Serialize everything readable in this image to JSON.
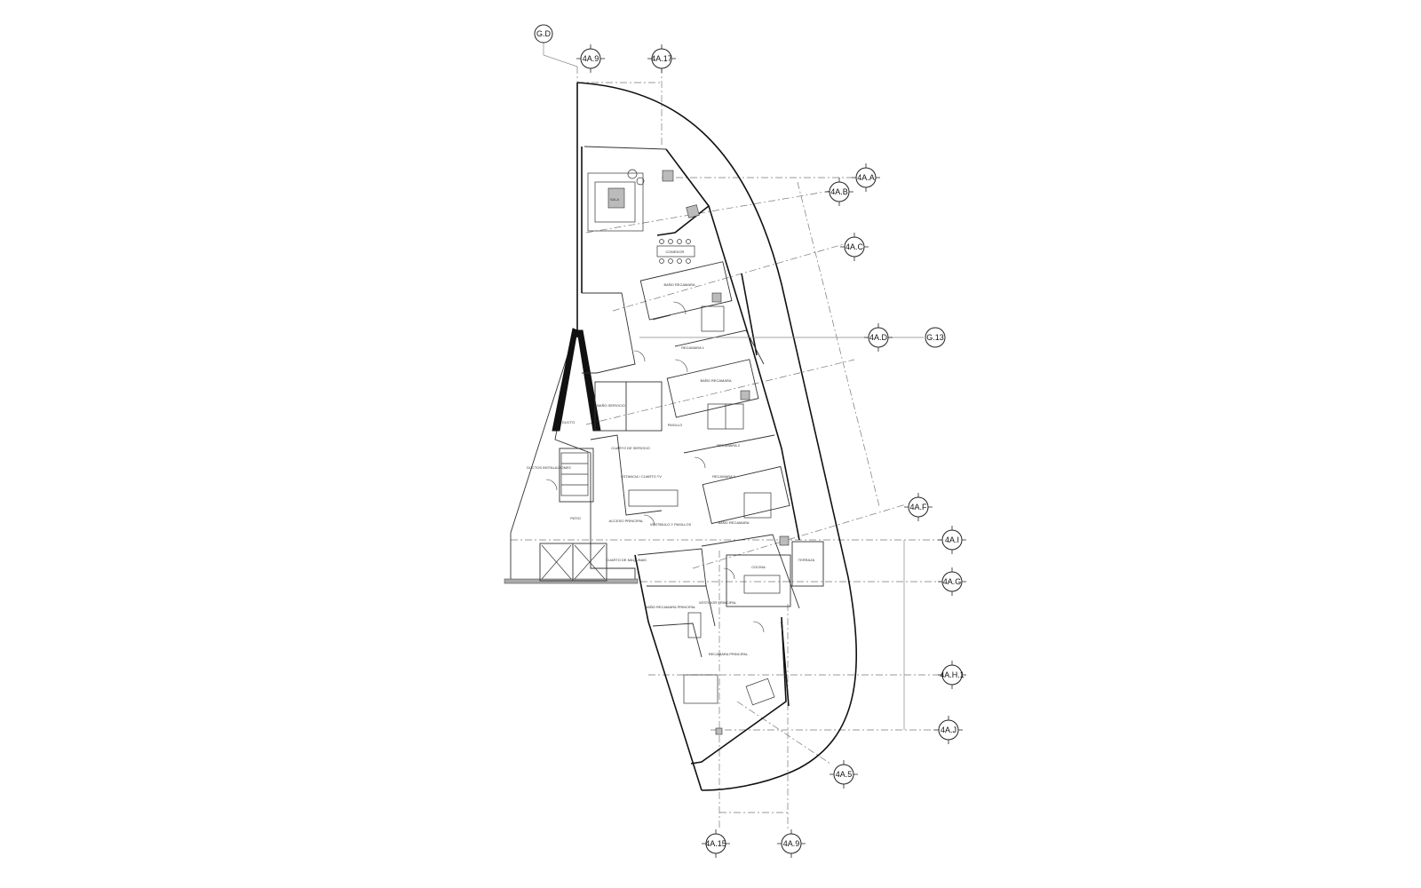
{
  "grid_bubbles": [
    {
      "id": "gd",
      "label": "G.D"
    },
    {
      "id": "g13",
      "label": "G.13"
    },
    {
      "id": "4a9-top",
      "label": "4A.9"
    },
    {
      "id": "4a17",
      "label": "4A.17"
    },
    {
      "id": "4aa",
      "label": "4A.A"
    },
    {
      "id": "4ab",
      "label": "4A.B"
    },
    {
      "id": "4ac",
      "label": "4A.C"
    },
    {
      "id": "4ad",
      "label": "4A.D"
    },
    {
      "id": "4af",
      "label": "4A.F"
    },
    {
      "id": "4ai",
      "label": "4A.I"
    },
    {
      "id": "4ag",
      "label": "4A.G"
    },
    {
      "id": "4ah1",
      "label": "4A.H.1"
    },
    {
      "id": "4aj",
      "label": "4A.J"
    },
    {
      "id": "4a5",
      "label": "4A.5"
    },
    {
      "id": "4a15",
      "label": "4A.15"
    },
    {
      "id": "4a9-bottom",
      "label": "4A.9"
    }
  ],
  "rooms": [
    {
      "id": "sala",
      "label": "SALA"
    },
    {
      "id": "comedor",
      "label": "COMEDOR"
    },
    {
      "id": "bano-rec1",
      "label": "BAÑO RECAMARA"
    },
    {
      "id": "recamara1",
      "label": "RECAMARA 1"
    },
    {
      "id": "bano-rec2",
      "label": "BAÑO RECAMARA"
    },
    {
      "id": "recamara2",
      "label": "RECAMARA 2"
    },
    {
      "id": "bano-rec3",
      "label": "BAÑO RECAMARA"
    },
    {
      "id": "recamara3",
      "label": "RECAMARA 3"
    },
    {
      "id": "cuarto-tv",
      "label": "ESTANCIA / CUARTO TV"
    },
    {
      "id": "pasillo",
      "label": "PASILLO"
    },
    {
      "id": "bano-servicio",
      "label": "BAÑO SERVICIO"
    },
    {
      "id": "cuarto-servicio",
      "label": "CUARTO DE SERVICIO"
    },
    {
      "id": "cocina",
      "label": "COCINA"
    },
    {
      "id": "vestibulo",
      "label": "VESTIBULO Y PASILLOS"
    },
    {
      "id": "acceso",
      "label": "ACCESO PRINCIPAL"
    },
    {
      "id": "bano-principal",
      "label": "BAÑO RECAMARA PRINCIPAL"
    },
    {
      "id": "vestidor",
      "label": "VESTIDOR PRINCIPAL"
    },
    {
      "id": "recamara-principal",
      "label": "RECAMARA PRINCIPAL"
    },
    {
      "id": "terraza",
      "label": "TERRAZA"
    },
    {
      "id": "patio",
      "label": "PATIO"
    },
    {
      "id": "ducto",
      "label": "DUCTO"
    },
    {
      "id": "ductos-inst",
      "label": "DUCTOS INSTALACIONES"
    },
    {
      "id": "cuarto-maquinas",
      "label": "CUARTO DE MAQUINAS"
    }
  ]
}
